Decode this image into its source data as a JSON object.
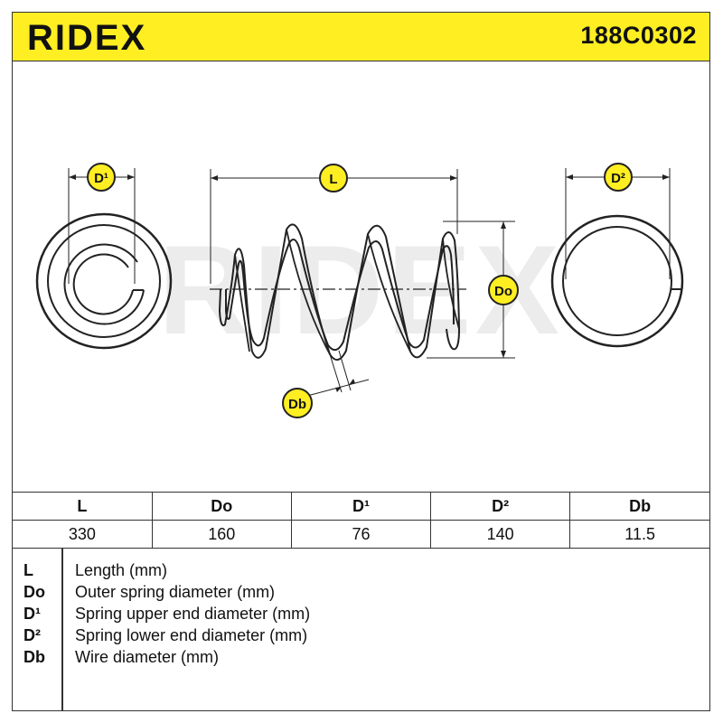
{
  "header": {
    "brand": "RIDEX",
    "part_number": "188C0302",
    "accent_color": "#ffee22"
  },
  "drawing": {
    "watermark": "RIDEX",
    "badges": {
      "d1": "D¹",
      "l": "L",
      "d2": "D²",
      "do": "Do",
      "db": "Db"
    }
  },
  "table": {
    "headers": [
      "L",
      "Do",
      "D¹",
      "D²",
      "Db"
    ],
    "values": [
      "330",
      "160",
      "76",
      "140",
      "11.5"
    ]
  },
  "legend": [
    {
      "symbol": "L",
      "description": "Length (mm)"
    },
    {
      "symbol": "Do",
      "description": "Outer spring diameter (mm)"
    },
    {
      "symbol": "D¹",
      "description": "Spring upper end diameter (mm)"
    },
    {
      "symbol": "D²",
      "description": "Spring lower end diameter (mm)"
    },
    {
      "symbol": "Db",
      "description": "Wire diameter (mm)"
    }
  ]
}
